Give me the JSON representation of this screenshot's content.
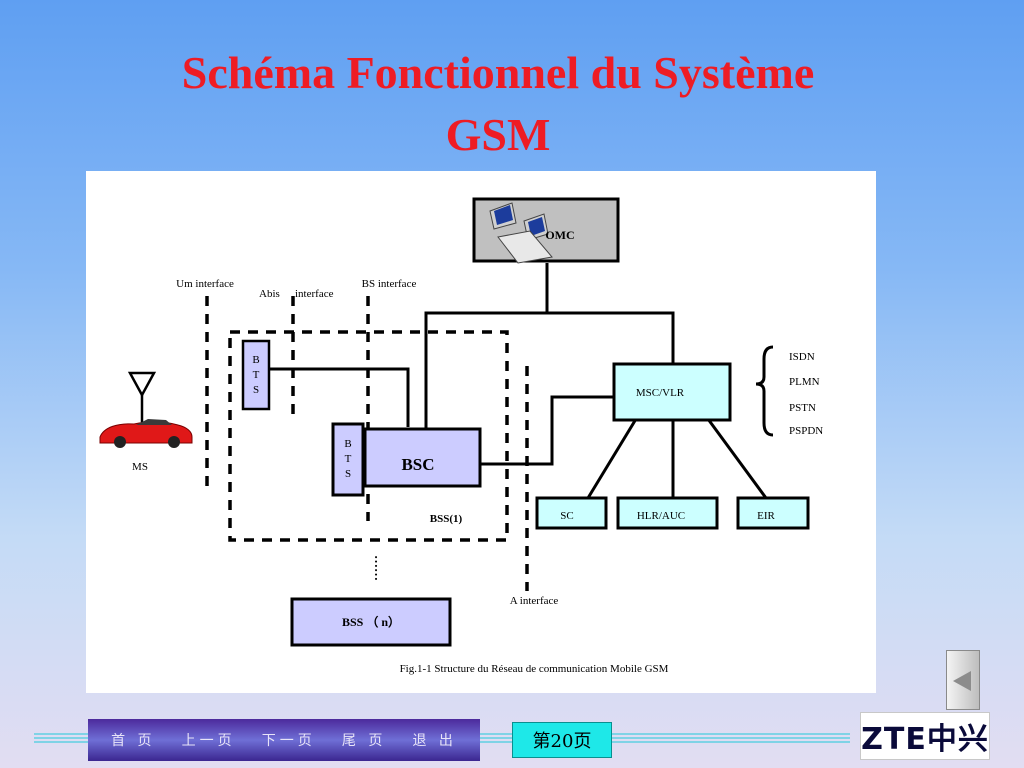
{
  "title_line1": "Schéma Fonctionnel du Système",
  "title_line2": "GSM",
  "diagram": {
    "omc": "OMC",
    "um_interface": "Um interface",
    "abis_interface": "Abis",
    "abis_interface_2": "interface",
    "bs_interface": "BS interface",
    "bts1": [
      "B",
      "T",
      "S"
    ],
    "bts2": [
      "B",
      "T",
      "S"
    ],
    "bsc": "BSC",
    "bss1": "BSS(1)",
    "bssn": "BSS （ n）",
    "ms": "MS",
    "msc_vlr": "MSC/VLR",
    "networks": [
      "ISDN",
      "PLMN",
      "PSTN",
      "PSPDN"
    ],
    "sc": "SC",
    "hlr_auc": "HLR/AUC",
    "eir": "EIR",
    "a_interface": "A interface",
    "dots": "……",
    "caption": "Fig.1-1  Structure du Réseau de communication Mobile GSM"
  },
  "nav": {
    "home": "首 页",
    "prev": "上一页",
    "next": "下一页",
    "last": "尾 页",
    "exit": "退 出"
  },
  "page_indicator": "第20页",
  "logo_text": "ZTE中兴",
  "colors": {
    "title": "#ee1c24",
    "box_fill": "#ccccff",
    "cyan_box": "#ccffff",
    "omc_fill": "#c0c0c0",
    "page_box": "#1ee8e8"
  }
}
